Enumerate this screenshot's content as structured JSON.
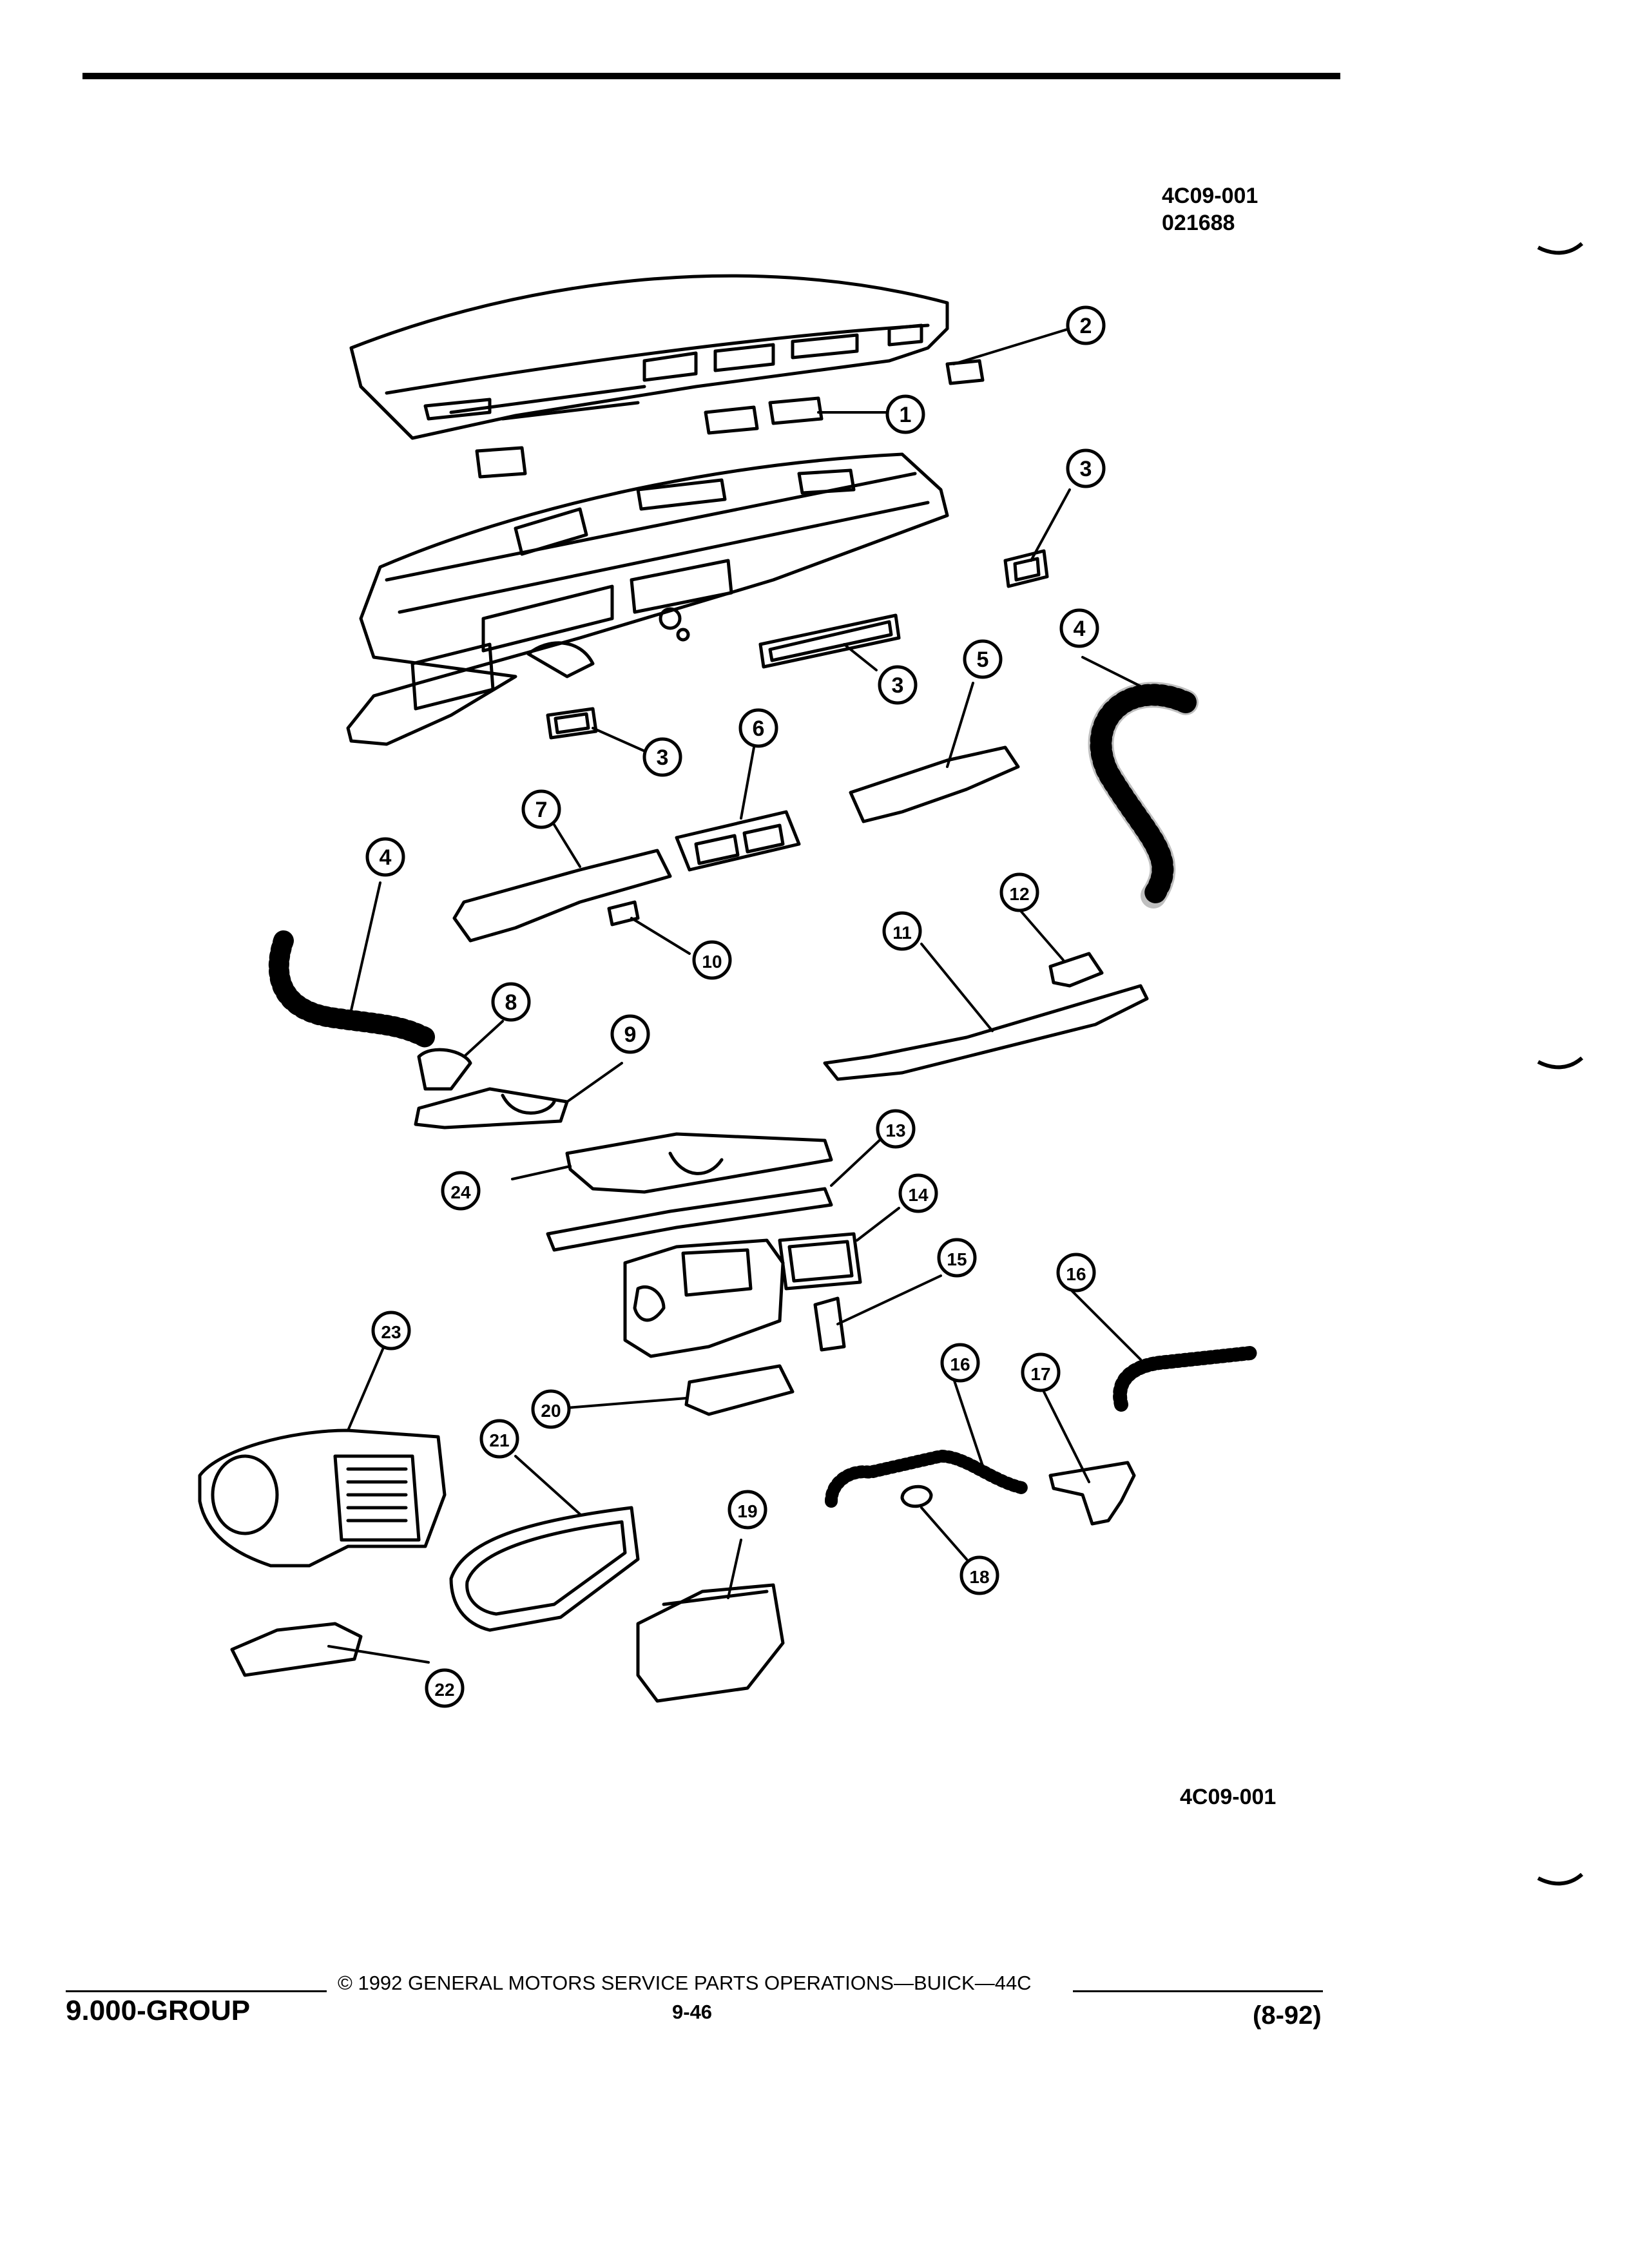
{
  "header": {
    "code": "4C09-001",
    "date_code": "021688"
  },
  "figure": {
    "code": "4C09-001",
    "callouts": [
      "1",
      "2",
      "3",
      "3",
      "3",
      "4",
      "4",
      "5",
      "6",
      "7",
      "8",
      "9",
      "10",
      "11",
      "12",
      "13",
      "14",
      "15",
      "16",
      "16",
      "17",
      "18",
      "19",
      "20",
      "21",
      "22",
      "23",
      "24"
    ]
  },
  "footer": {
    "group": "9.000-GROUP",
    "copyright": "© 1992 GENERAL MOTORS SERVICE PARTS OPERATIONS—BUICK—44C",
    "page": "9-46",
    "date": "(8-92)"
  }
}
